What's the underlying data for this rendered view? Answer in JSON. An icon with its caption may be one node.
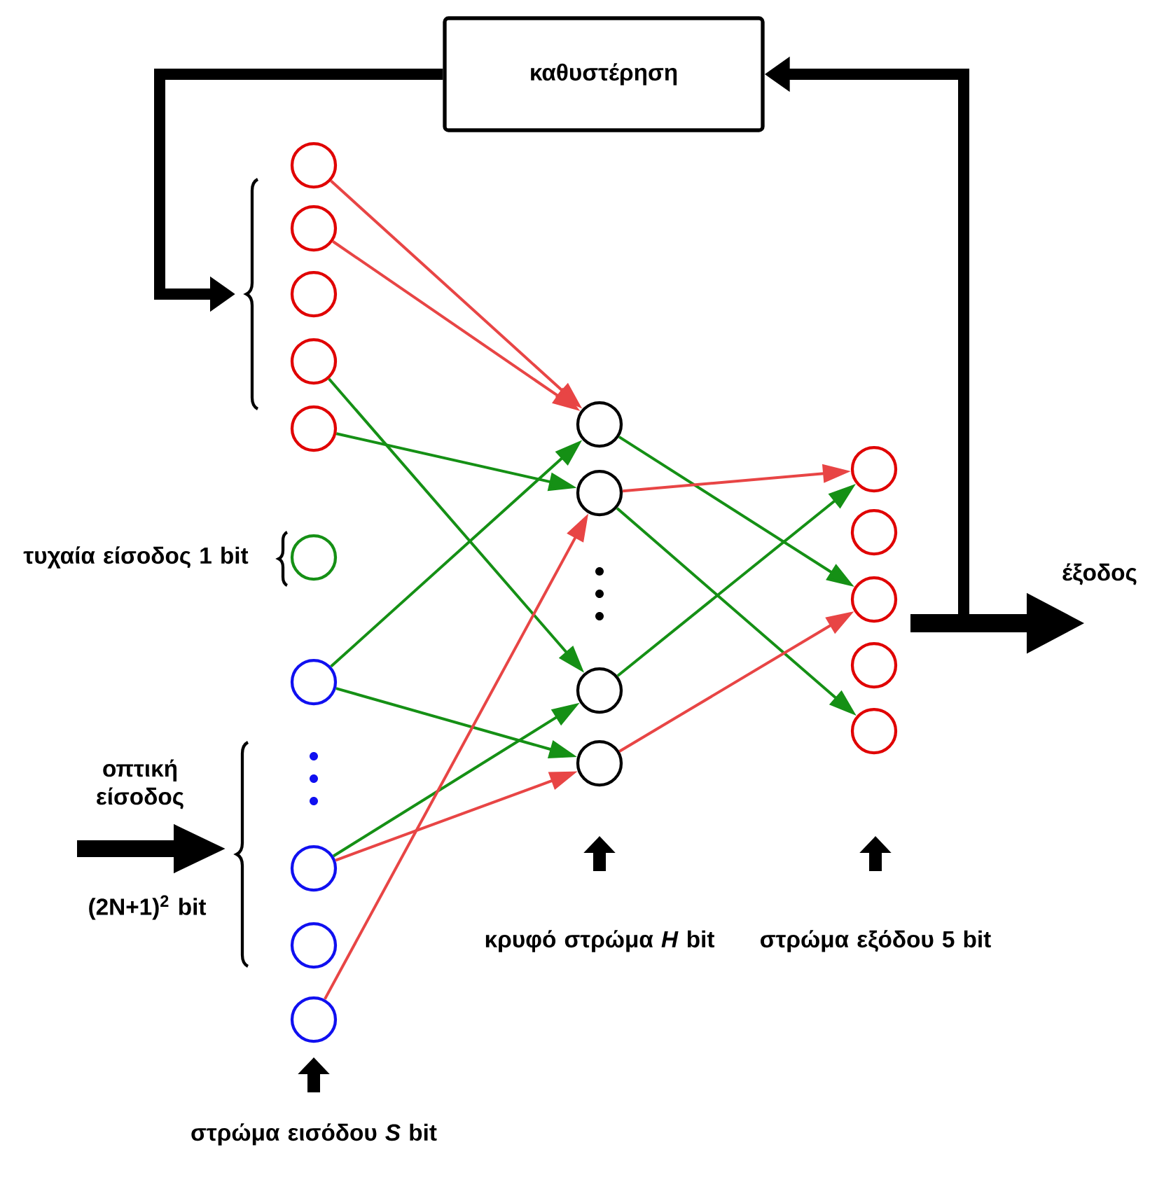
{
  "diagram": {
    "nodes": [
      {
        "text": [
          "καθυστέρηση"
        ]
      },
      {
        "text": [],
        "shape": "circle"
      },
      {
        "text": [],
        "shape": "circle"
      },
      {
        "text": [],
        "shape": "circle"
      },
      {
        "text": [],
        "shape": "circle"
      },
      {
        "text": [],
        "shape": "circle"
      },
      {
        "text": [],
        "shape": "circle"
      },
      {
        "text": [],
        "shape": "circle"
      },
      {
        "text": [],
        "shape": "circle"
      },
      {
        "text": [],
        "shape": "circle"
      },
      {
        "text": [],
        "shape": "circle"
      },
      {
        "text": [],
        "shape": "circle"
      },
      {
        "text": [],
        "shape": "circle"
      },
      {
        "text": [],
        "shape": "circle"
      },
      {
        "text": [],
        "shape": "circle"
      },
      {
        "text": [],
        "shape": "circle"
      },
      {
        "text": [],
        "shape": "circle"
      },
      {
        "text": [],
        "shape": "circle"
      },
      {
        "text": [],
        "shape": "circle"
      },
      {
        "text": [],
        "shape": "circle"
      }
    ],
    "edges": [
      {
        "from": null,
        "to": 0,
        "arrow": "to",
        "style": "thick",
        "color": "#000000"
      },
      {
        "from": 0,
        "to": null,
        "arrow": "to",
        "style": "thick",
        "color": "#000000"
      },
      {
        "from": 1,
        "to": 11,
        "arrow": "to",
        "color": "#e84545"
      },
      {
        "from": 2,
        "to": 11,
        "arrow": "to",
        "color": "#e84545"
      },
      {
        "from": 4,
        "to": 13,
        "arrow": "to"
      },
      {
        "from": 5,
        "to": 12,
        "arrow": "to"
      },
      {
        "from": 7,
        "to": 11,
        "arrow": "to"
      },
      {
        "from": 7,
        "to": 14,
        "arrow": "to"
      },
      {
        "from": 8,
        "to": 13,
        "arrow": "to"
      },
      {
        "from": 8,
        "to": 14,
        "arrow": "to",
        "color": "#e84545"
      },
      {
        "from": 10,
        "to": 12,
        "arrow": "to",
        "color": "#e84545"
      },
      {
        "from": 11,
        "to": 17,
        "arrow": "to"
      },
      {
        "from": 12,
        "to": 15,
        "arrow": "to",
        "color": "#e84545"
      },
      {
        "from": 12,
        "to": 19,
        "arrow": "to"
      },
      {
        "from": 13,
        "to": 15,
        "arrow": "to"
      },
      {
        "from": 14,
        "to": 17,
        "arrow": "to",
        "color": "#e84545"
      }
    ],
    "labels": [
      "τυχαία είσοδος 1 bit",
      "έξοδος",
      "οπτική είσοδος",
      "(2N+1)$^{2}$ bit",
      "κρυφό στρώμα *H* bit",
      "στρώμα εξόδου 5 bit",
      "στρώμα εισόδου *S* bit"
    ]
  }
}
